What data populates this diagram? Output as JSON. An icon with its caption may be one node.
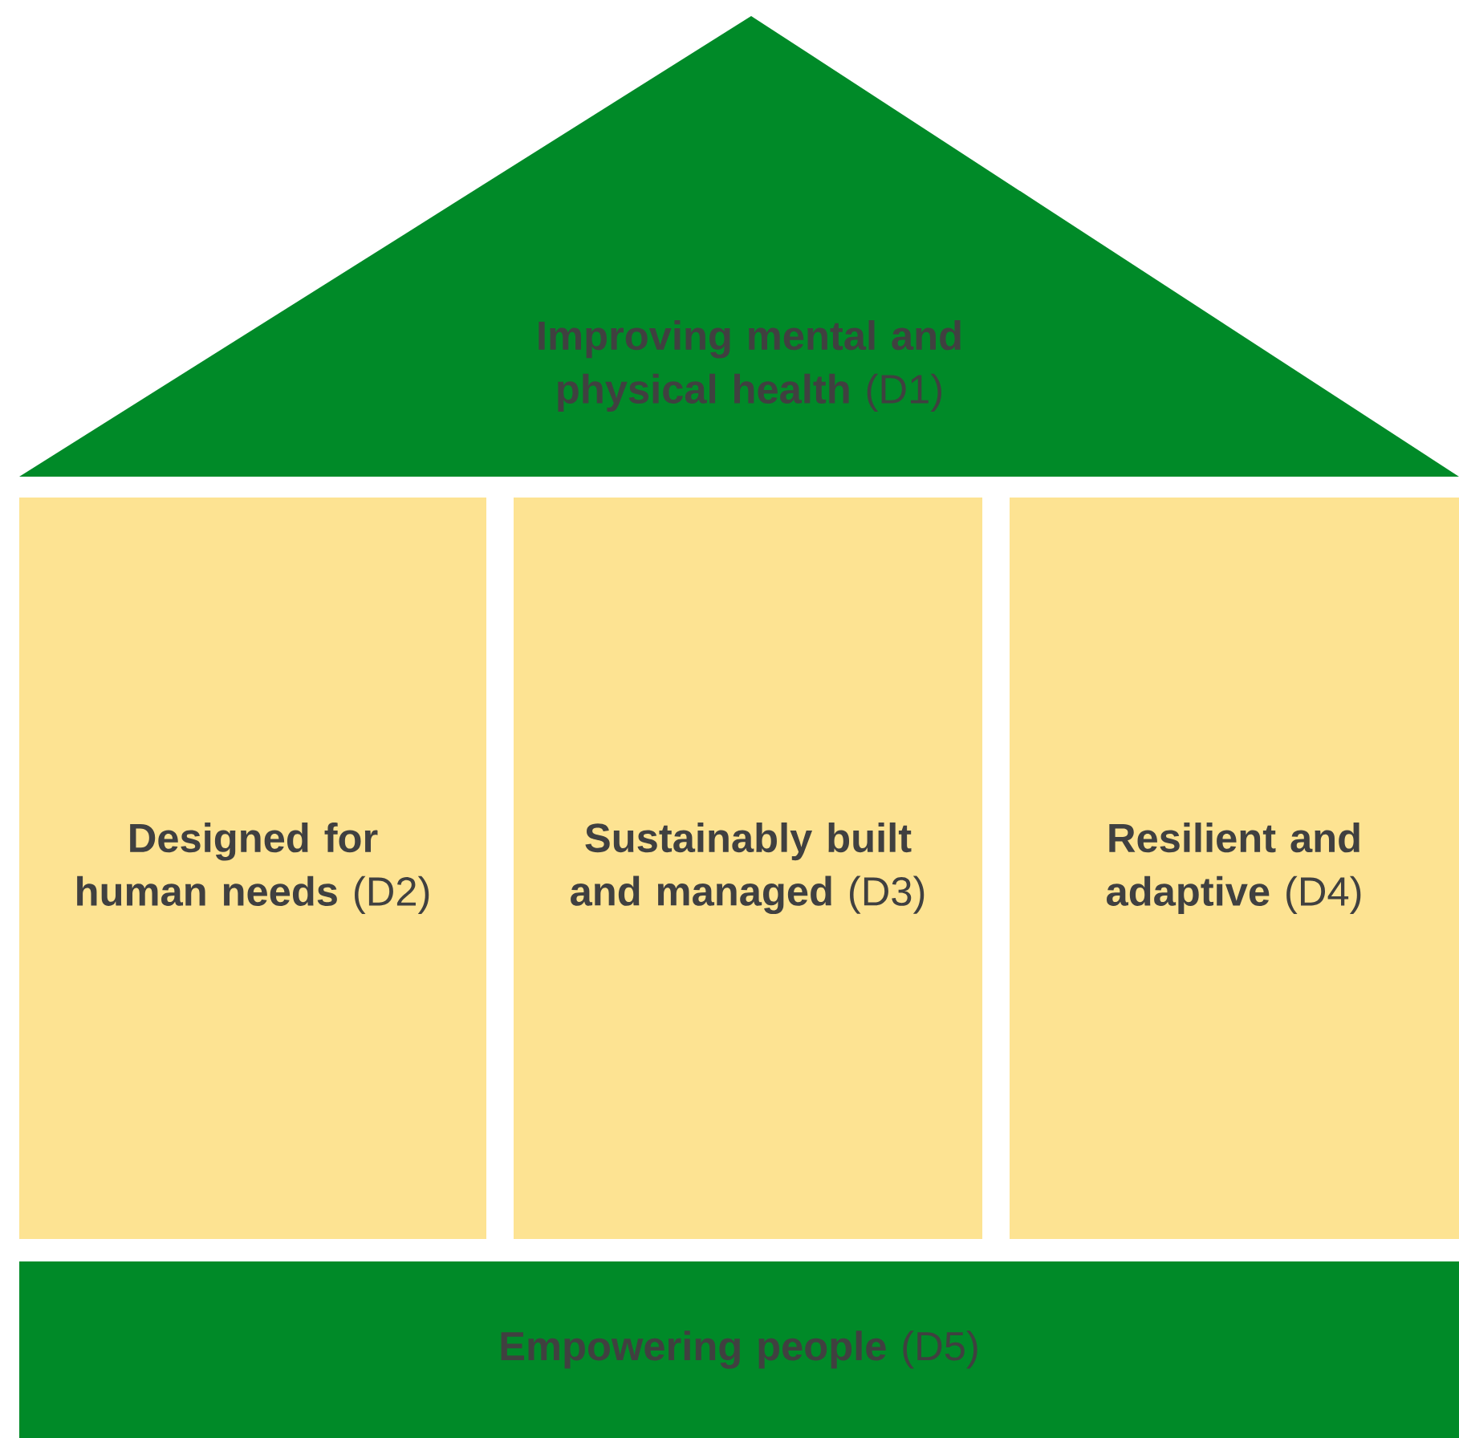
{
  "diagram": {
    "nodes": [
      {
        "text": [
          "**Improving mental and physical health** (D1)"
        ]
      },
      {
        "text": [
          "**Designed for human needs** (D2)"
        ]
      },
      {
        "text": [
          "**Sustainably built and managed** (D3)"
        ]
      },
      {
        "text": [
          "**Resilient and adaptive** (D4)"
        ]
      },
      {
        "text": [
          "**Empowering people** (D5)"
        ]
      }
    ]
  }
}
